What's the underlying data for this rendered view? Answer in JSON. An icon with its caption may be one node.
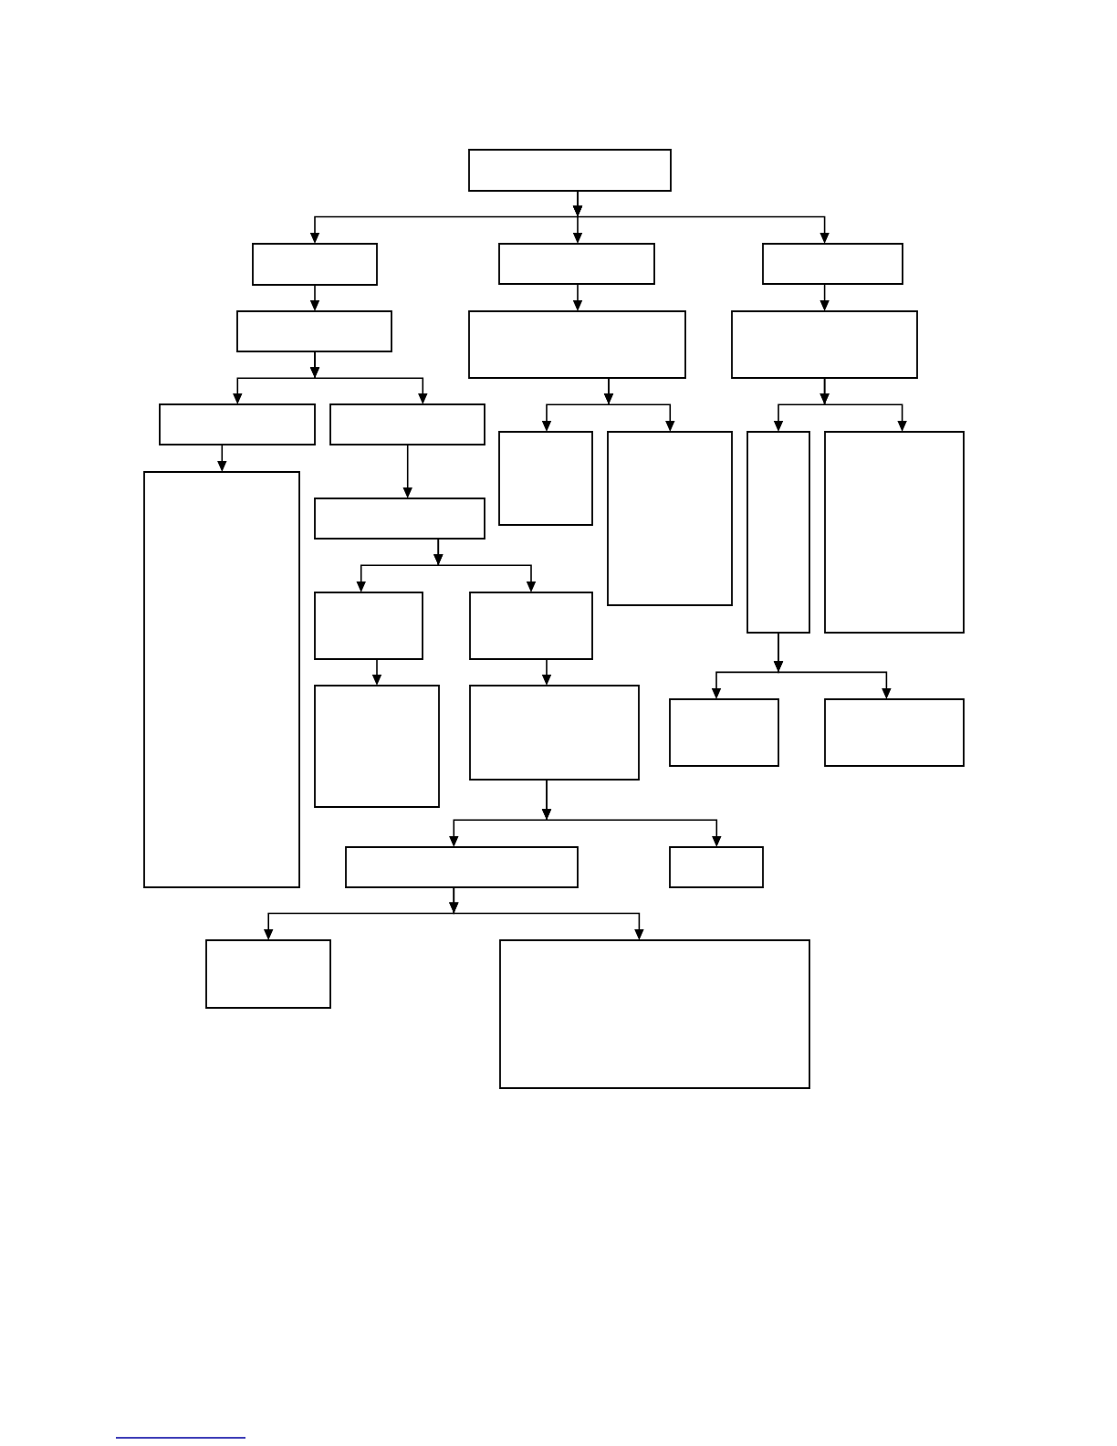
{
  "diagram": {
    "nodes": [
      {
        "text": [],
        "shape": "box"
      },
      {
        "text": [],
        "shape": "box"
      },
      {
        "text": [],
        "shape": "box"
      },
      {
        "text": [],
        "shape": "box"
      },
      {
        "text": [],
        "shape": "box"
      },
      {
        "text": [],
        "shape": "box"
      },
      {
        "text": [],
        "shape": "box"
      },
      {
        "text": [],
        "shape": "box"
      },
      {
        "text": [],
        "shape": "box"
      },
      {
        "text": [],
        "shape": "box"
      },
      {
        "text": [],
        "shape": "box"
      },
      {
        "text": [],
        "shape": "box"
      },
      {
        "text": [],
        "shape": "box"
      },
      {
        "text": [],
        "shape": "box"
      },
      {
        "text": [],
        "shape": "box"
      },
      {
        "text": [],
        "shape": "box"
      },
      {
        "text": [],
        "shape": "box"
      },
      {
        "text": [],
        "shape": "box"
      },
      {
        "text": [],
        "shape": "box"
      },
      {
        "text": [],
        "shape": "box"
      },
      {
        "text": [],
        "shape": "box"
      },
      {
        "text": [],
        "shape": "box"
      },
      {
        "text": [],
        "shape": "box"
      },
      {
        "text": [],
        "shape": "box"
      },
      {
        "text": [],
        "shape": "box"
      }
    ],
    "edges": [
      {
        "from": 0,
        "to": 1,
        "arrow": "to"
      },
      {
        "from": 0,
        "to": 2,
        "arrow": "to"
      },
      {
        "from": 0,
        "to": 3,
        "arrow": "to"
      },
      {
        "from": 1,
        "to": 4,
        "arrow": "to"
      },
      {
        "from": 2,
        "to": 5,
        "arrow": "to"
      },
      {
        "from": 3,
        "to": 6,
        "arrow": "to"
      },
      {
        "from": 4,
        "to": 7,
        "arrow": "to"
      },
      {
        "from": 4,
        "to": 8,
        "arrow": "to"
      },
      {
        "from": 5,
        "to": 9,
        "arrow": "to"
      },
      {
        "from": 5,
        "to": 10,
        "arrow": "to"
      },
      {
        "from": 6,
        "to": 11,
        "arrow": "to"
      },
      {
        "from": 6,
        "to": 12,
        "arrow": "to"
      },
      {
        "from": 7,
        "to": 13,
        "arrow": "to"
      },
      {
        "from": 8,
        "to": 14,
        "arrow": "to"
      },
      {
        "from": 14,
        "to": 15,
        "arrow": "to"
      },
      {
        "from": 14,
        "to": 16,
        "arrow": "to"
      },
      {
        "from": 11,
        "to": 17,
        "arrow": "to"
      },
      {
        "from": 11,
        "to": 18,
        "arrow": "to"
      },
      {
        "from": 15,
        "to": 19,
        "arrow": "to"
      },
      {
        "from": 16,
        "to": 20,
        "arrow": "to"
      },
      {
        "from": 20,
        "to": 21,
        "arrow": "to"
      },
      {
        "from": 20,
        "to": 22,
        "arrow": "to"
      },
      {
        "from": 21,
        "to": 23,
        "arrow": "to"
      },
      {
        "from": 21,
        "to": 24,
        "arrow": "to"
      }
    ]
  }
}
